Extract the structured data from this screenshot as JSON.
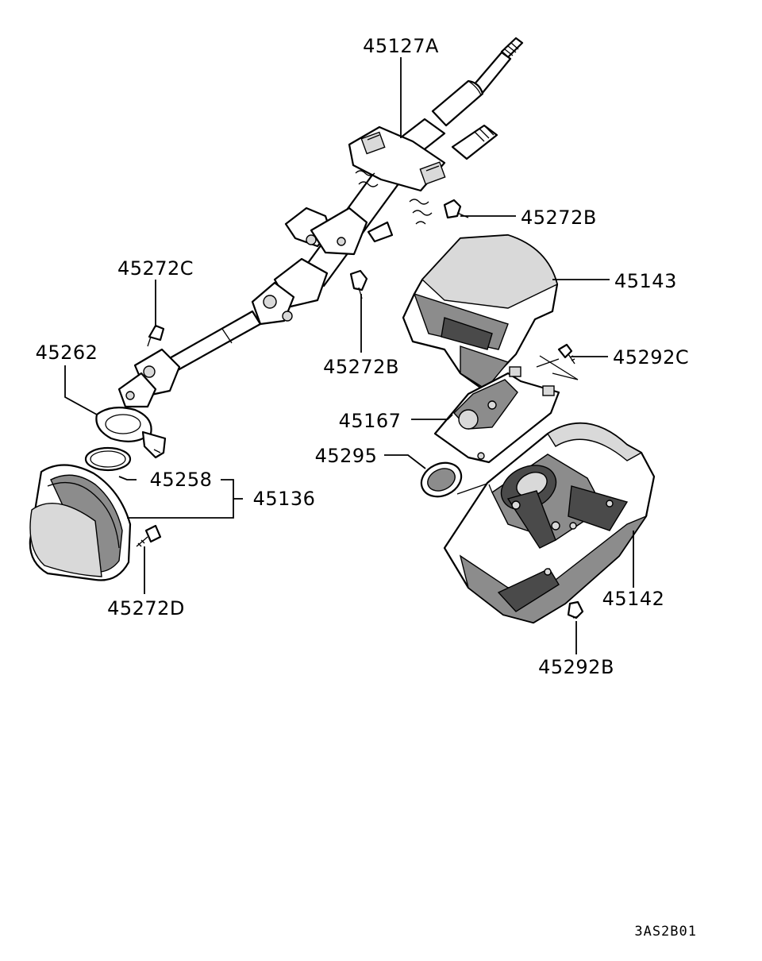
{
  "parts": {
    "p45127A": "45127A",
    "p45272B_top": "45272B",
    "p45143": "45143",
    "p45272C": "45272C",
    "p45272B_mid": "45272B",
    "p45292C": "45292C",
    "p45262": "45262",
    "p45167": "45167",
    "p45295": "45295",
    "p45258": "45258",
    "p45136": "45136",
    "p45272D": "45272D",
    "p45142": "45142",
    "p45292B": "45292B"
  },
  "figure_code": "3AS2B01"
}
